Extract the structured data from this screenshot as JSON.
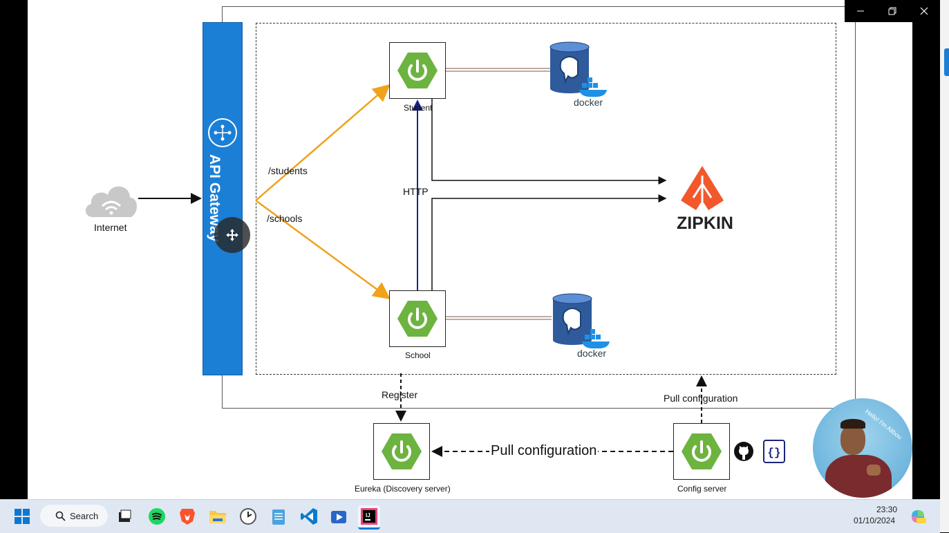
{
  "diagram": {
    "internet_label": "Internet",
    "gateway_label": "API Gateway",
    "route_students": "/students",
    "route_schools": "/schools",
    "http_label": "HTTP",
    "student_label": "Student",
    "school_label": "School",
    "docker_label": "docker",
    "zipkin_label": "ZIPKIN",
    "register_label": "Register",
    "pull_config_top": "Pull configuration",
    "pull_config_bottom": "Pull configuration",
    "eureka_label": "Eureka (Discovery server)",
    "config_label": "Config server",
    "avatar_caption": "Hello! I'm Alibou"
  },
  "colors": {
    "gateway_blue": "#1b7fd6",
    "spring_green": "#6db33f",
    "route_orange": "#f0a21b",
    "http_navy": "#1a237e",
    "zipkin_orange": "#f2582b"
  },
  "taskbar": {
    "search_label": "Search",
    "time": "23:30",
    "date": "01/10/2024",
    "icons": [
      "windows-start-icon",
      "task-view-icon",
      "spotify-icon",
      "brave-icon",
      "file-explorer-icon",
      "clock-app-icon",
      "notepad-icon",
      "vscode-icon",
      "media-player-icon",
      "intellij-icon",
      "copilot-icon"
    ]
  },
  "window_controls": {
    "icons": [
      "minimize-icon",
      "restore-icon",
      "close-icon"
    ]
  }
}
